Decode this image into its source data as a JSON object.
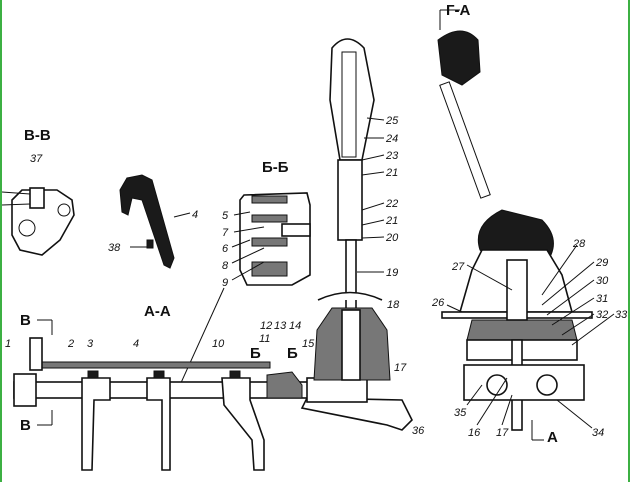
{
  "sections": {
    "g_a": "Г-А",
    "v_v": "В-В",
    "b_b": "Б-Б",
    "a_a": "А-А",
    "v_top": "В",
    "v_bottom": "В",
    "b_left": "Б",
    "b_right": "Б",
    "a_bottom": "А"
  },
  "callouts": {
    "c37": "37",
    "c4a": "4",
    "c38": "38",
    "c5": "5",
    "c7": "7",
    "c6": "6",
    "c8": "8",
    "c9": "9",
    "c1": "1",
    "c2": "2",
    "c3": "3",
    "c4b": "4",
    "c10": "10",
    "c11": "11",
    "c12": "12",
    "c13": "13",
    "c14": "14",
    "c15": "15",
    "c18": "18",
    "c17a": "17",
    "c36": "36",
    "c25": "25",
    "c24": "24",
    "c23": "23",
    "c21a": "21",
    "c22": "22",
    "c21b": "21",
    "c20": "20",
    "c19": "19",
    "c28": "28",
    "c27": "27",
    "c29": "29",
    "c30": "30",
    "c31": "31",
    "c26": "26",
    "c32": "32",
    "c33": "33",
    "c35": "35",
    "c16": "16",
    "c17b": "17",
    "c34": "34"
  }
}
